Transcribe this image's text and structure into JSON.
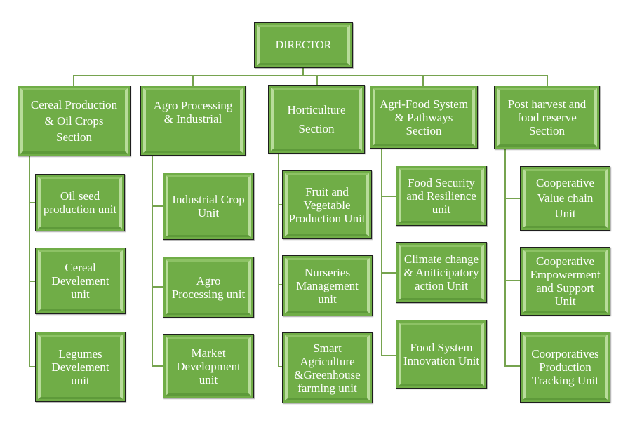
{
  "diagram": {
    "type": "organization-chart",
    "colors": {
      "box_fill": "#70ad47",
      "box_text": "#ffffff",
      "connector": "#76a34f",
      "background": "#ffffff"
    },
    "root": {
      "id": "director",
      "label": "DIRECTOR"
    },
    "sections": [
      {
        "id": "cereal-oil",
        "label": "Cereal Production\n&  Oil Crops\nSection",
        "units": [
          {
            "id": "oil-seed",
            "label": "Oil seed\nproduction unit"
          },
          {
            "id": "cereal-dev",
            "label": "Cereal\nDevelement\nunit"
          },
          {
            "id": "legumes-dev",
            "label": "Legumes\nDevelement\nunit"
          }
        ]
      },
      {
        "id": "agro-processing",
        "label": "Agro Processing\n& Industrial",
        "units": [
          {
            "id": "industrial-crop",
            "label": "Industrial Crop\nUnit"
          },
          {
            "id": "agro-proc-unit",
            "label": "Agro\nProcessing unit"
          },
          {
            "id": "market-dev",
            "label": "Market\nDevelopment\nunit"
          }
        ]
      },
      {
        "id": "horticulture",
        "label": "Horticulture\nSection",
        "units": [
          {
            "id": "fruit-veg",
            "label": "Fruit and\nVegetable\nProduction Unit"
          },
          {
            "id": "nurseries",
            "label": "Nurseries\nManagement\nunit"
          },
          {
            "id": "smart-agri",
            "label": "Smart\nAgriculture\n&Greenhouse\nfarming unit"
          }
        ]
      },
      {
        "id": "agri-food",
        "label": "Agri-Food System\n& Pathways\nSection",
        "units": [
          {
            "id": "food-security",
            "label": "Food Security\nand Resilience\nunit"
          },
          {
            "id": "climate-change",
            "label": "Climate change\n& Aniticipatory\naction Unit"
          },
          {
            "id": "food-innovation",
            "label": "Food System\nInnovation Unit"
          }
        ]
      },
      {
        "id": "post-harvest",
        "label": "Post harvest and\nfood reserve\nSection",
        "units": [
          {
            "id": "coop-value",
            "label": "Cooperative\nValue chain\nUnit"
          },
          {
            "id": "coop-empower",
            "label": "Cooperative\nEmpowerment\nand Support\nUnit"
          },
          {
            "id": "coop-tracking",
            "label": "Coorporatives\nProduction\nTracking Unit"
          }
        ]
      }
    ]
  }
}
